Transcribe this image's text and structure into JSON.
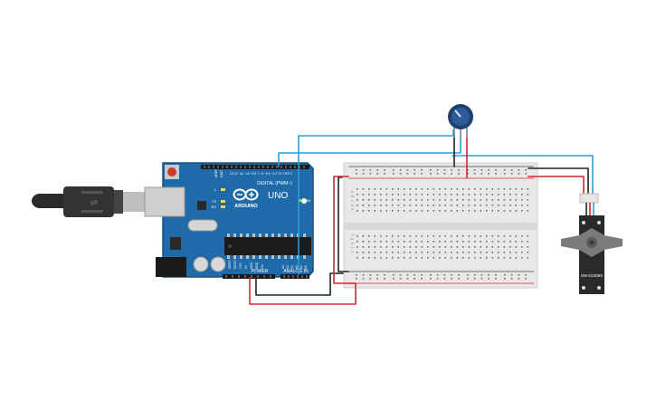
{
  "arduino": {
    "brand": "ARDUINO",
    "model": "UNO",
    "digital_label": "DIGITAL (PWM~)",
    "power_label": "POWER",
    "analog_label": "ANALOG IN",
    "aref": "AREF",
    "gnd": "GND",
    "tx": "TX",
    "rx": "RX",
    "l": "L",
    "on": "ON",
    "ioref": "IOREF",
    "reset": "RESET",
    "v33": "3.3V",
    "v5": "5V",
    "vin": "Vin",
    "a0": "A0",
    "a1": "A1",
    "a2": "A2",
    "a3": "A3",
    "a4": "A4",
    "a5": "A5",
    "pins_text": "13 12 ~11 ~10 ~9 8 7 ~6 ~5 4 ~3 2 TX 1 RX 0"
  },
  "servo": {
    "model": "SM-S2309S"
  },
  "breadboard": {
    "rows_top": "a b c d e",
    "rows_bottom": "f g h i j"
  },
  "colors": {
    "board": "#1f6aa8",
    "board_dark": "#17507f",
    "wire_blue": "#2b9fd6",
    "wire_red": "#d9252a",
    "wire_black": "#222222",
    "breadboard": "#e8e8e8",
    "servo_body": "#2a2a2a"
  },
  "icons": {
    "usb": "usb-cable-icon",
    "potentiometer": "potentiometer-knob-icon",
    "servo": "servo-motor-icon"
  }
}
